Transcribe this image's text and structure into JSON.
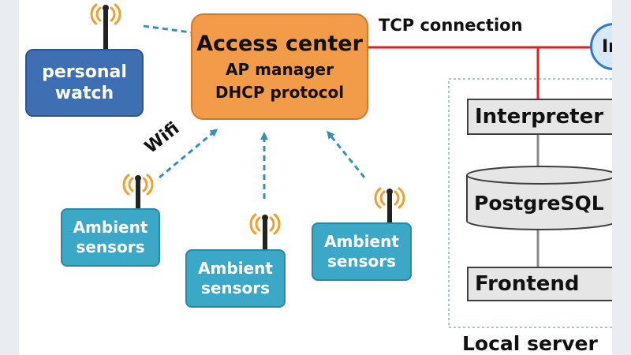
{
  "nodes": {
    "personal_watch": {
      "line1": "personal",
      "line2": "watch"
    },
    "access_center": {
      "title": "Access center",
      "line1": "AP manager",
      "line2": "DHCP protocol"
    },
    "sensor_left": {
      "line1": "Ambient",
      "line2": "sensors"
    },
    "sensor_middle": {
      "line1": "Ambient",
      "line2": "sensors"
    },
    "sensor_right": {
      "line1": "Ambient",
      "line2": "sensors"
    },
    "interpreter": "Interpreter",
    "database": "PostgreSQL",
    "frontend": "Frontend",
    "internet_badge": "In"
  },
  "labels": {
    "tcp": "TCP connection",
    "wifi": "Wifi",
    "local_server": "Local server"
  },
  "colors": {
    "watch_fill": "#3f6fb3",
    "access_center_fill": "#f29b48",
    "sensor_fill": "#3aa8c6",
    "tcp_line": "#e0201f",
    "wireless_arrow": "#3a8fb5",
    "server_border": "#7fb3d0",
    "antenna_waves": "#f0a030"
  },
  "icons": [
    "antenna-icon",
    "wireless-waves-icon"
  ]
}
